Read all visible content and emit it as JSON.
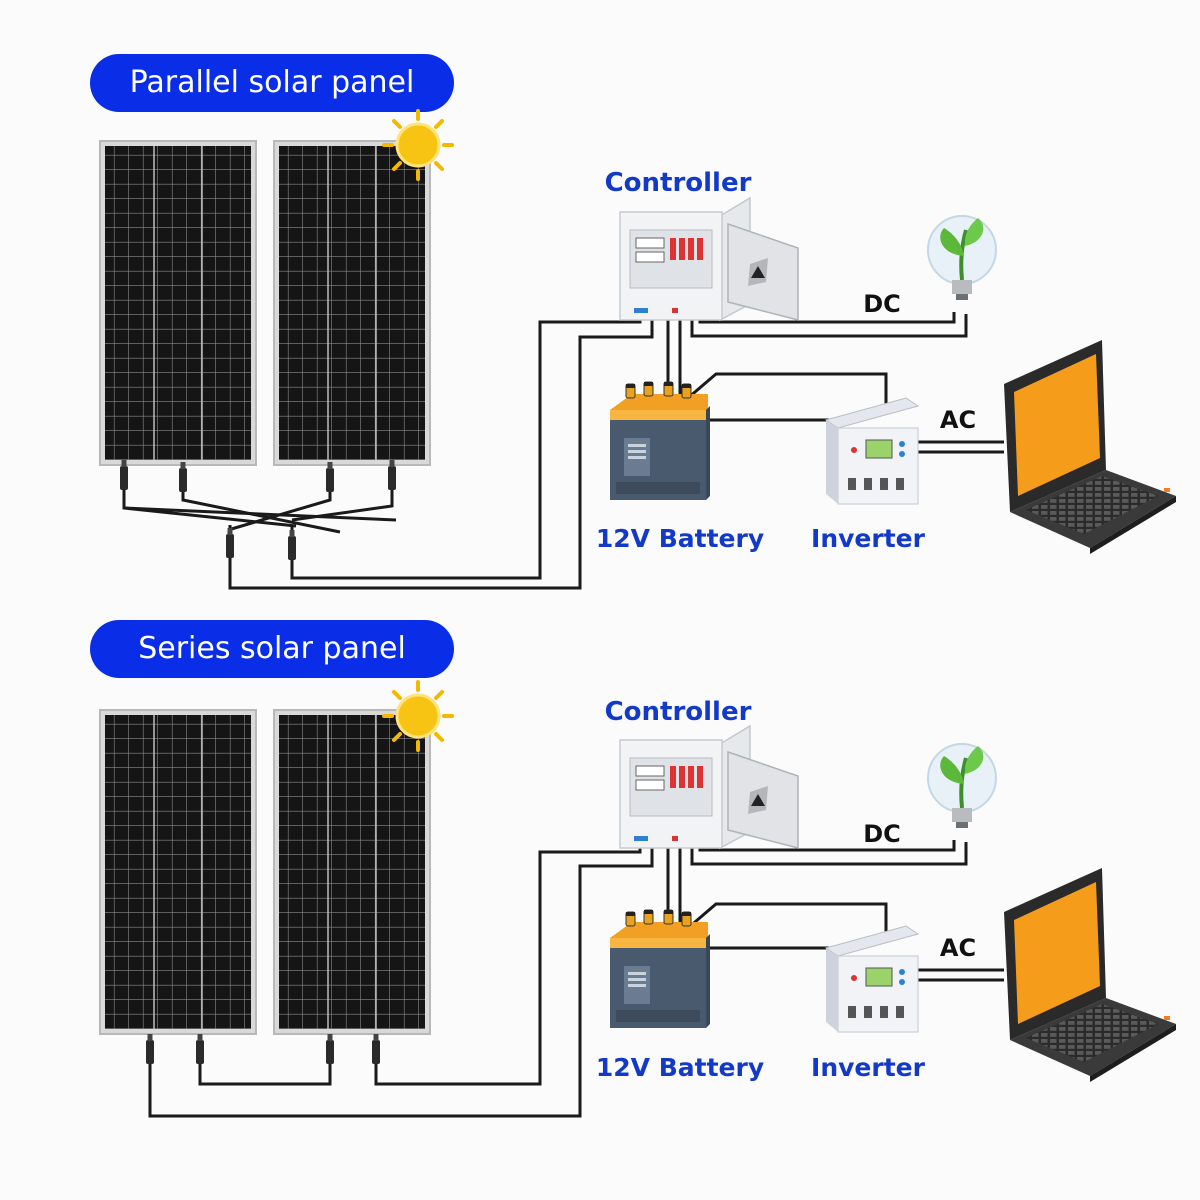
{
  "sections": [
    {
      "title": "Parallel solar panel",
      "wiring": "parallel",
      "labels": {
        "controller": "Controller",
        "battery": "12V Battery",
        "inverter": "Inverter",
        "dc": "DC",
        "ac": "AC"
      }
    },
    {
      "title": "Series solar panel",
      "wiring": "series",
      "labels": {
        "controller": "Controller",
        "battery": "12V Battery",
        "inverter": "Inverter",
        "dc": "DC",
        "ac": "AC"
      }
    }
  ],
  "colors": {
    "pill": "#0a2ee8",
    "label_blue": "#1339c8",
    "panel_cell": "#151515",
    "panel_frame": "#d9d9d9",
    "sun": "#f7c414",
    "battery_body": "#4a5a6e",
    "battery_top": "#f2a024",
    "laptop_screen": "#f59d1b",
    "bulb_leaf": "#5cb83a"
  },
  "icons": [
    "sun-icon",
    "solar-panel-icon",
    "controller-icon",
    "battery-icon",
    "inverter-icon",
    "bulb-icon",
    "laptop-icon"
  ]
}
